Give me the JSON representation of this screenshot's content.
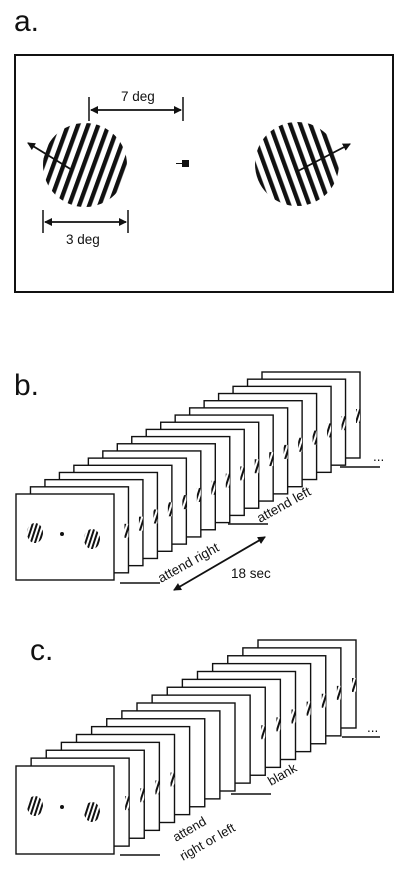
{
  "panels": {
    "a": {
      "letter": "a.",
      "separation_label": "7 deg",
      "diameter_label": "3 deg"
    },
    "b": {
      "letter": "b.",
      "label_attend_right": "attend right",
      "label_attend_left": "attend left",
      "label_duration": "18 sec",
      "ellipsis": "..."
    },
    "c": {
      "letter": "c.",
      "label_attend_line1": "attend",
      "label_attend_line2": "right or left",
      "label_blank": "blank",
      "ellipsis": "..."
    }
  },
  "colors": {
    "ink": "#111111",
    "background": "#ffffff"
  }
}
